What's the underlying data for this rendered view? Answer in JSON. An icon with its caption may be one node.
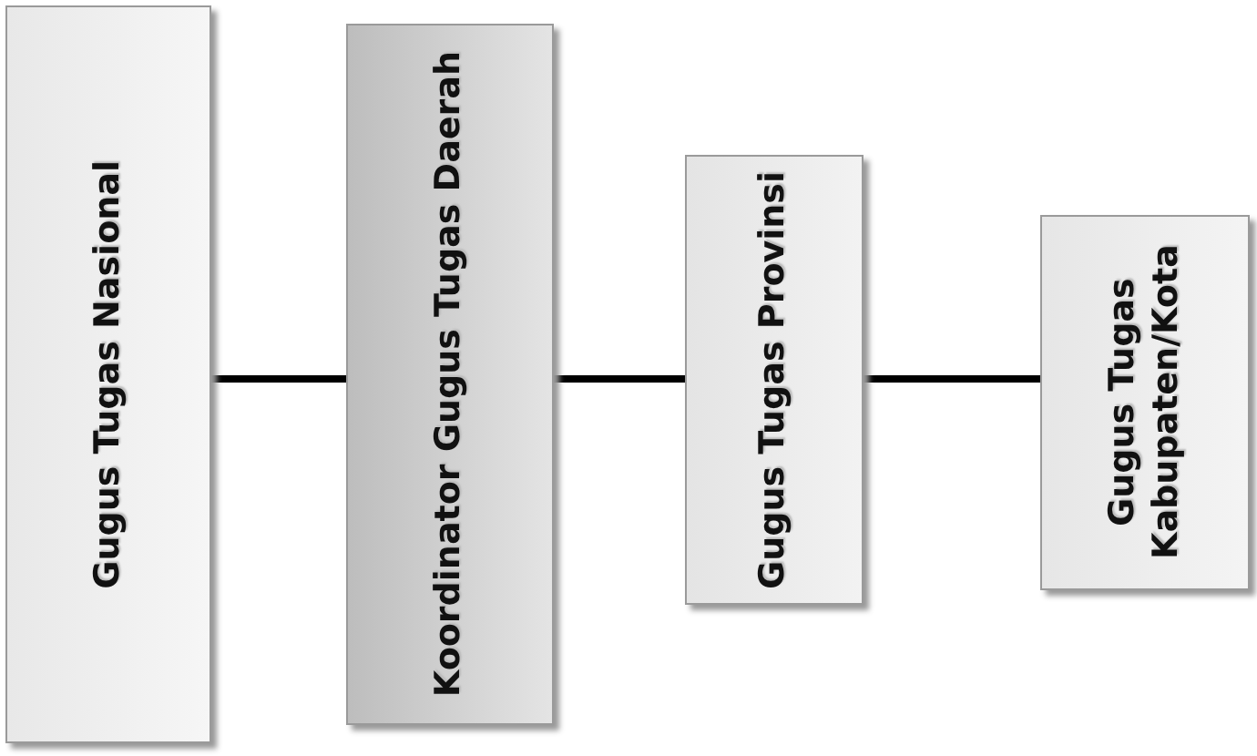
{
  "diagram": {
    "nodes": [
      {
        "text": [
          "Gugus Tugas Nasional"
        ]
      },
      {
        "text": [
          "Koordinator Gugus Tugas Daerah"
        ]
      },
      {
        "text": [
          "Gugus Tugas Provinsi"
        ]
      },
      {
        "text": [
          "Gugus Tugas Kabupaten/Kota"
        ]
      }
    ],
    "edges": [
      {
        "from": 0,
        "to": 1,
        "arrow": "none"
      },
      {
        "from": 1,
        "to": 2,
        "arrow": "none"
      },
      {
        "from": 2,
        "to": 3,
        "arrow": "none"
      }
    ]
  }
}
